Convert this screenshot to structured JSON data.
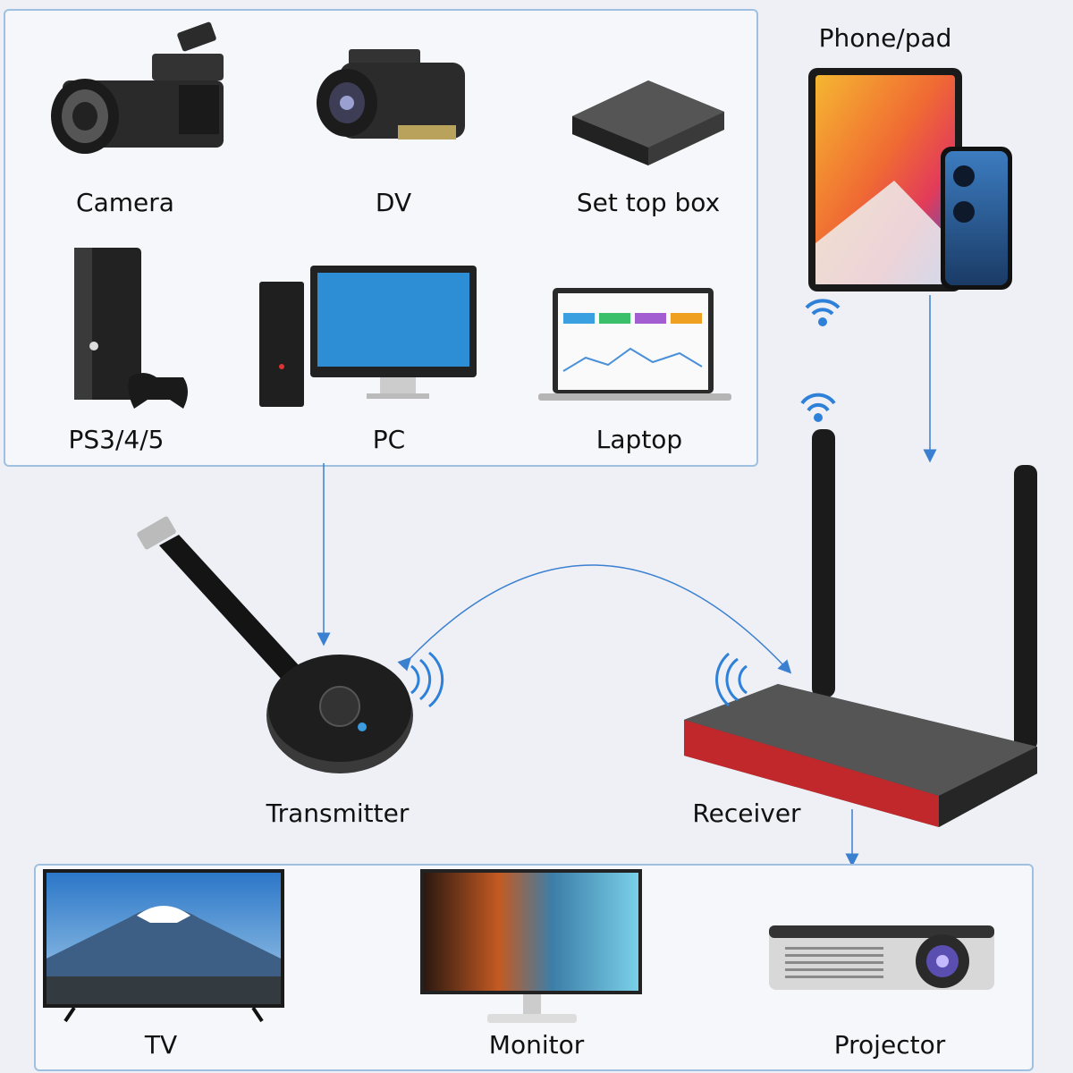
{
  "source_devices": {
    "camera": "Camera",
    "dv": "DV",
    "set_top_box": "Set top box",
    "ps": "PS3/4/5",
    "pc": "PC",
    "laptop": "Laptop"
  },
  "phone_pad": "Phone/pad",
  "transmitter": "Transmitter",
  "receiver": "Receiver",
  "displays": {
    "tv": "TV",
    "monitor": "Monitor",
    "projector": "Projector"
  },
  "colors": {
    "accent_line": "#3a7fd0",
    "box_border": "#9fc0e0",
    "receiver_red": "#c0282c"
  }
}
